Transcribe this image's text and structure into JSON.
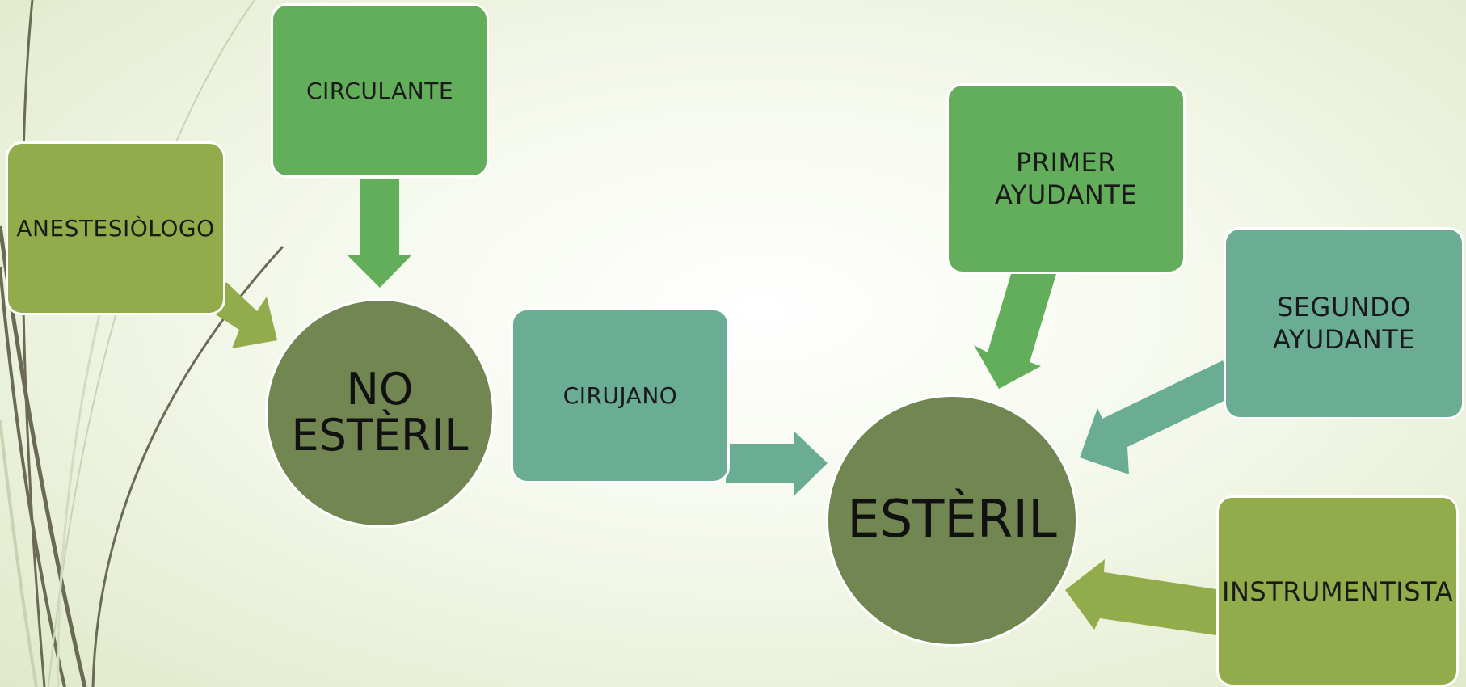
{
  "colors": {
    "olive_box": "#92ab4b",
    "green_box": "#62ae5b",
    "teal_box": "#6aad94",
    "circle": "#728652",
    "decor_line": "#6b6a55"
  },
  "nodes": {
    "circulante": "CIRCULANTE",
    "anestesiologo": "ANESTESIÒLOGO",
    "no_esteril_line1": "NO",
    "no_esteril_line2": "ESTÈRIL",
    "cirujano": "CIRUJANO",
    "primer_ayudante_line1": "PRIMER",
    "primer_ayudante_line2": "AYUDANTE",
    "segundo_ayudante_line1": "SEGUNDO",
    "segundo_ayudante_line2": "AYUDANTE",
    "esteril": "ESTÈRIL",
    "instrumentista": "INSTRUMENTISTA"
  }
}
